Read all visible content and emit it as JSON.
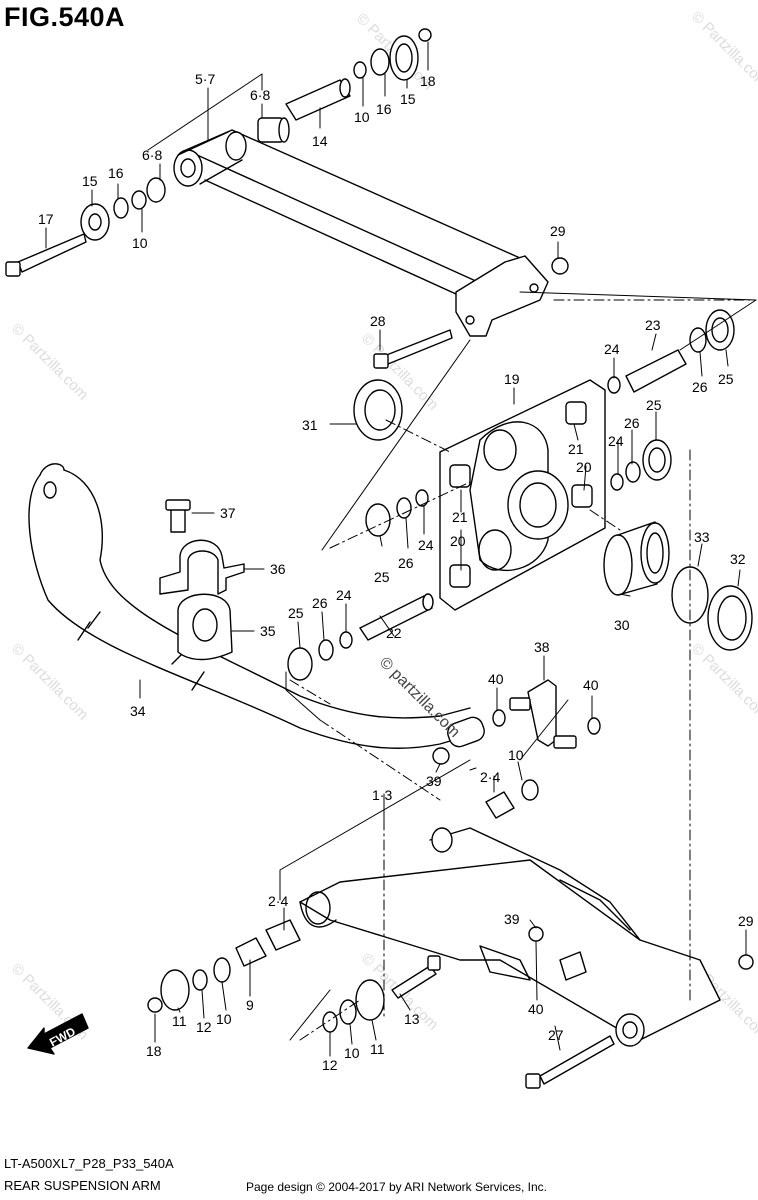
{
  "header": {
    "figure": "FIG.540A"
  },
  "footer": {
    "model": "LT-A500XL7_P28_P33_540A",
    "section": "REAR SUSPENSION ARM",
    "credit": "Page design © 2004-2017 by ARI Network Services, Inc."
  },
  "watermark": {
    "text": "© Partzilla.com",
    "center_text": "© partzilla.com"
  },
  "fwd_arrow": {
    "text": "FWD"
  },
  "callouts": [
    "5·7",
    "6·8",
    "6·8",
    "14",
    "10",
    "16",
    "15",
    "18",
    "15",
    "16",
    "10",
    "17",
    "29",
    "28",
    "23",
    "24",
    "26",
    "25",
    "19",
    "31",
    "21",
    "20",
    "24",
    "26",
    "25",
    "37",
    "36",
    "21",
    "24",
    "26",
    "25",
    "20",
    "33",
    "32",
    "35",
    "30",
    "25",
    "26",
    "24",
    "22",
    "38",
    "40",
    "40",
    "34",
    "10",
    "39",
    "1·3",
    "2·4",
    "29",
    "2·4",
    "39",
    "9",
    "10",
    "12",
    "11",
    "18",
    "40",
    "13",
    "12",
    "10",
    "11",
    "27"
  ]
}
